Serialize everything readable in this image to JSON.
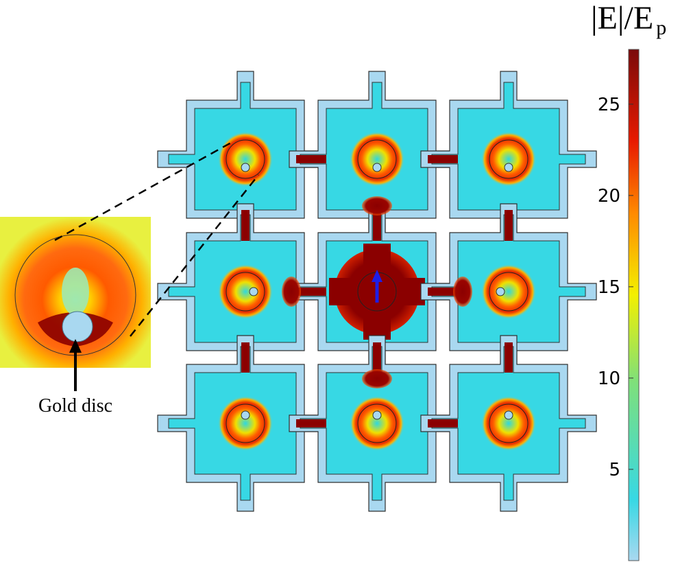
{
  "colorbar": {
    "title_main": "|E|/E",
    "title_sub": "p",
    "ticks": [
      "25",
      "20",
      "15",
      "10",
      "5"
    ],
    "tick_values": [
      25,
      20,
      15,
      10,
      5
    ],
    "range": [
      0,
      28
    ],
    "colors": [
      "#a9d8f0",
      "#37d8e4",
      "#7fe07a",
      "#f3f000",
      "#ff8a00",
      "#e81a00",
      "#7a0a0a"
    ]
  },
  "annotation": {
    "inset_label": "Gold disc"
  },
  "colors": {
    "substrate": "#a9d8f0",
    "background_field": "#37d8e4",
    "hot_field": "#8b0000",
    "ring_field": "#ff6a00",
    "excitation_arrow": "#1e1ee6",
    "outline": "#303030"
  },
  "lattice": {
    "rows": 3,
    "cols": 3,
    "excited_cell": "center",
    "excitation_icon": "arrow-up-icon"
  }
}
